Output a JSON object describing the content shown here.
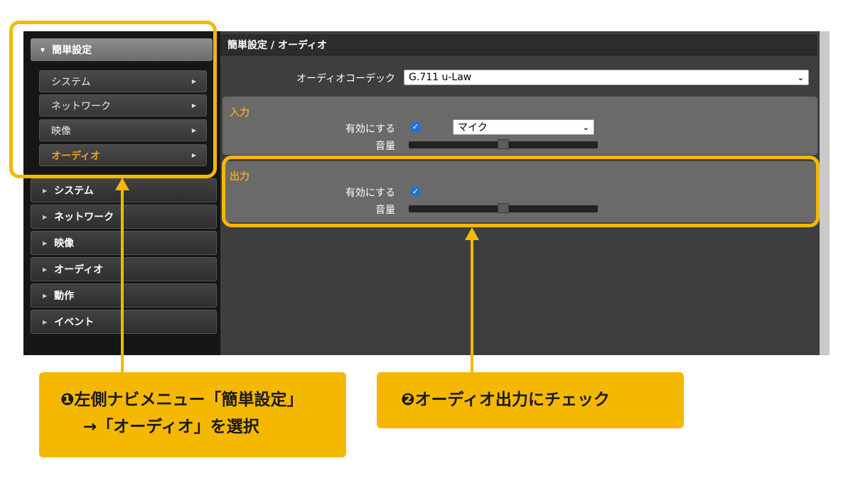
{
  "sidebar": {
    "group": {
      "label": "簡単設定",
      "expanded": true
    },
    "subitems": [
      {
        "label": "システム",
        "active": false
      },
      {
        "label": "ネットワーク",
        "active": false
      },
      {
        "label": "映像",
        "active": false
      },
      {
        "label": "オーディオ",
        "active": true
      }
    ],
    "items": [
      {
        "label": "システム"
      },
      {
        "label": "ネットワーク"
      },
      {
        "label": "映像"
      },
      {
        "label": "オーディオ"
      },
      {
        "label": "動作"
      },
      {
        "label": "イベント"
      }
    ]
  },
  "main": {
    "title": "簡単設定 / オーディオ",
    "codec": {
      "label": "オーディオコーデック",
      "value": "G.711 u-Law"
    },
    "input": {
      "title": "入力",
      "enable_label": "有効にする",
      "enabled": true,
      "source_value": "マイク",
      "volume_label": "音量",
      "volume": 0.5
    },
    "output": {
      "title": "出力",
      "enable_label": "有効にする",
      "enabled": true,
      "volume_label": "音量",
      "volume": 0.5
    }
  },
  "annotations": {
    "callout1": {
      "line1": "❶左側ナビメニュー「簡単設定」",
      "line2": "→「オーディオ」を選択"
    },
    "callout2": {
      "text": "❷オーディオ出力にチェック"
    }
  },
  "colors": {
    "accent": "#f0a020",
    "highlight": "#f5b800",
    "checkbox": "#1a73e8"
  },
  "icons": {
    "expand": "caret-down-icon",
    "collapsed": "caret-right-icon",
    "select": "chevron-down-icon",
    "check": "check-icon"
  }
}
